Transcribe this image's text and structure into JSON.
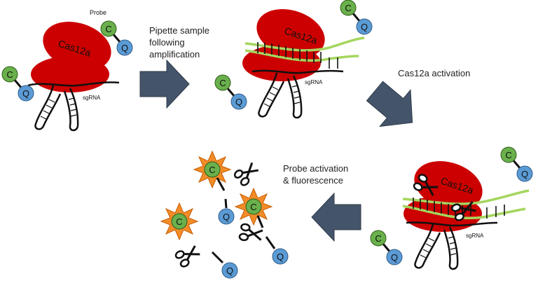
{
  "labels": {
    "step1": "Pipette sample following amplification",
    "step2": "Cas12a activation",
    "step3": "Probe activation & fluorescence"
  },
  "enzyme": "Cas12a",
  "probe": "Probe",
  "guide": "sgRNA",
  "reporter_c": "C",
  "reporter_q": "Q",
  "colors": {
    "enzyme": "#cc0000",
    "fluorophore": "#6ab04c",
    "quencher": "#5b9bd5",
    "target_dna": "#a4d65e",
    "arrow": "#44546a",
    "burst": "#f28c28"
  }
}
